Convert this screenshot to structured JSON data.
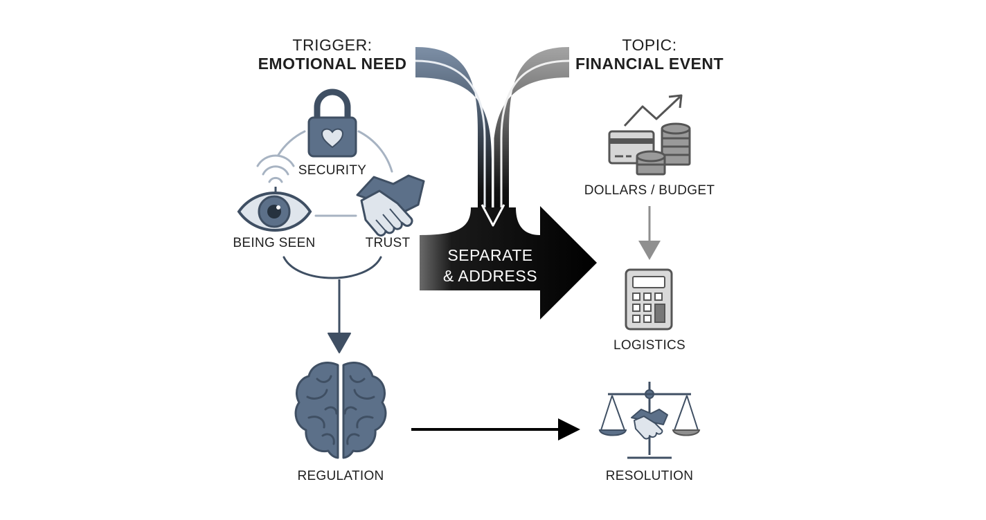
{
  "trigger": {
    "label": "TRIGGER:",
    "title": "EMOTIONAL NEED"
  },
  "topic": {
    "label": "TOPIC:",
    "title": "FINANCIAL EVENT"
  },
  "needs": {
    "security": "SECURITY",
    "being_seen": "BEING SEEN",
    "trust": "TRUST"
  },
  "center": {
    "line1": "SEPARATE",
    "line2": "& ADDRESS"
  },
  "financial": {
    "dollars": "DOLLARS / BUDGET",
    "logistics": "LOGISTICS"
  },
  "outcomes": {
    "regulation": "REGULATION",
    "resolution": "RESOLUTION"
  },
  "colors": {
    "slate": "#5c7089",
    "slate_dark": "#3f4f63",
    "slate_light": "#a7b3c2",
    "gray": "#8f8f8f",
    "gray_dark": "#555555",
    "black": "#000000"
  }
}
